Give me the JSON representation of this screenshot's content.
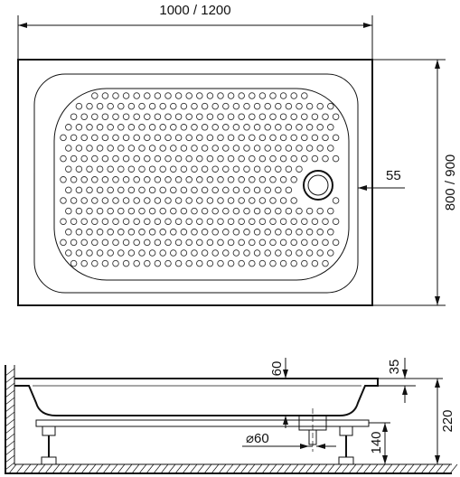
{
  "drawing": {
    "width_label": "1000 / 1200",
    "depth_label": "800 / 900",
    "drain_offset_label": "55",
    "height_rim_label": "60",
    "rim_label": "35",
    "total_height_label": "220",
    "drain_diameter_label": "⌀60",
    "leg_height_label": "140"
  },
  "colors": {
    "line": "#111111",
    "background": "#ffffff"
  }
}
